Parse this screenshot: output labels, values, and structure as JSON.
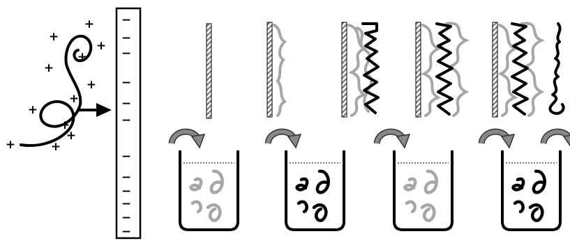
{
  "figure": {
    "polycation_sign": "+",
    "surface_sign": "−",
    "colors": {
      "ink": "#000000",
      "polyanion_gray": "#a6a6a6",
      "arrow_gray": "#888888",
      "stripe": "#777777"
    },
    "deposition_steps": 5,
    "beakers": [
      {
        "contents": "polyanion",
        "color": "gray"
      },
      {
        "contents": "polycation",
        "color": "black"
      },
      {
        "contents": "polyanion",
        "color": "gray"
      },
      {
        "contents": "polycation",
        "color": "black"
      }
    ]
  }
}
